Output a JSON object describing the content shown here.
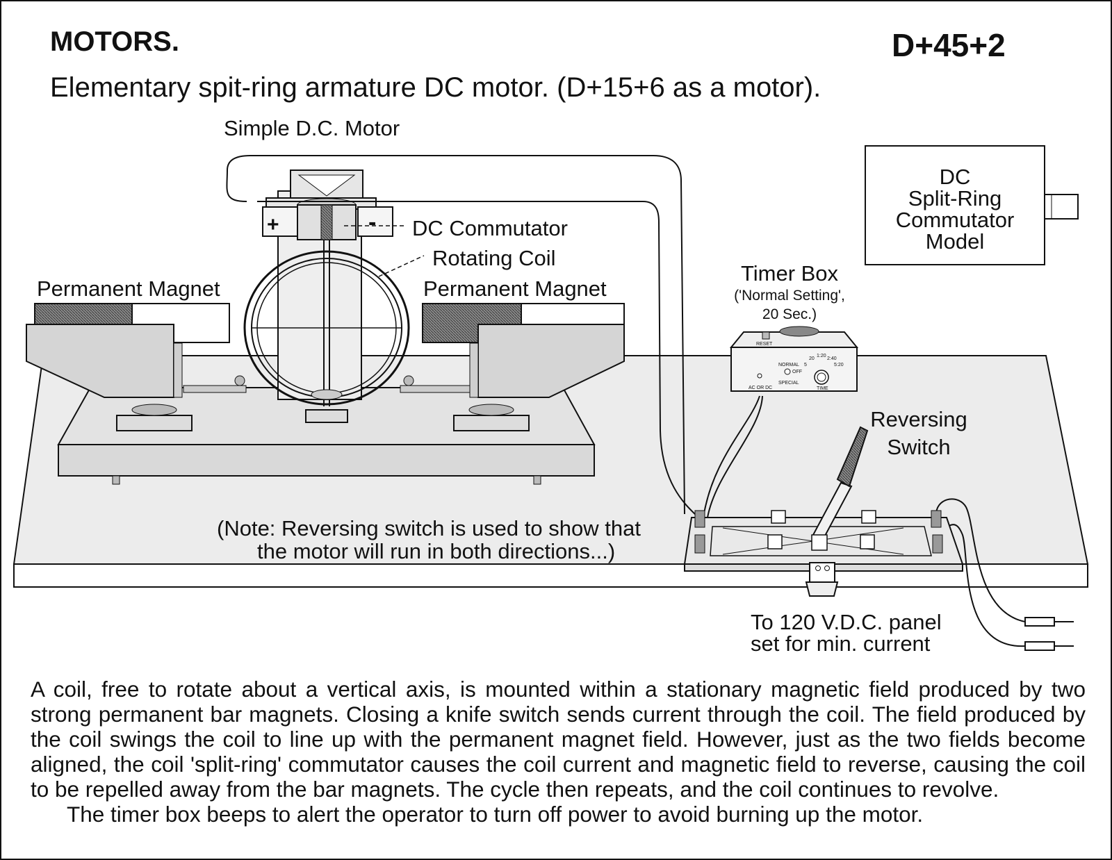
{
  "header": {
    "title": "MOTORS.",
    "code": "D+45+2",
    "subtitle": "Elementary spit-ring armature DC motor. (D+15+6 as a motor)."
  },
  "labels": {
    "simple_motor": "Simple D.C. Motor",
    "commutator": "DC Commutator",
    "rotating_coil": "Rotating Coil",
    "magnet_left": "Permanent Magnet",
    "magnet_right": "Permanent Magnet",
    "plus": "+",
    "minus": "-",
    "model_box": [
      "DC",
      "Split-Ring",
      "Commutator",
      "Model"
    ],
    "timer_box": "Timer Box",
    "timer_setting": [
      "('Normal Setting',",
      "20 Sec.)"
    ],
    "timer_panel": {
      "reset": "RESET",
      "normal": "NORMAL",
      "off": "OFF",
      "special": "SPECIAL",
      "ac_dc": "AC OR DC",
      "time": "TIME",
      "dial_marks": [
        "5",
        "20",
        "1:20",
        "2:40",
        "5:20"
      ]
    },
    "reversing_switch": [
      "Reversing",
      "Switch"
    ],
    "note": [
      "(Note: Reversing switch is used to show that",
      "the motor will run in both directions...)"
    ],
    "supply": [
      "To 120 V.D.C. panel",
      "set for min. current"
    ]
  },
  "description": {
    "paragraph": "A coil, free to rotate about a vertical axis, is mounted within a stationary magnetic field produced by two strong permanent bar magnets. Closing a knife switch sends current through the coil. The field produced by the coil swings the coil to line up with the permanent magnet field. However, just as the two fields become aligned, the coil 'split-ring' commutator causes the coil current and magnetic field to reverse, causing the coil to be repelled away from the bar magnets. The cycle then repeats, and the coil continues to revolve.",
    "last_line": "The timer box beeps to alert the operator to turn off power to avoid burning up the motor."
  },
  "colors": {
    "ink": "#111111",
    "surface": "#e6e6e6",
    "base": "#d9d9d9",
    "magnet_dark": "#6e6e6e"
  }
}
